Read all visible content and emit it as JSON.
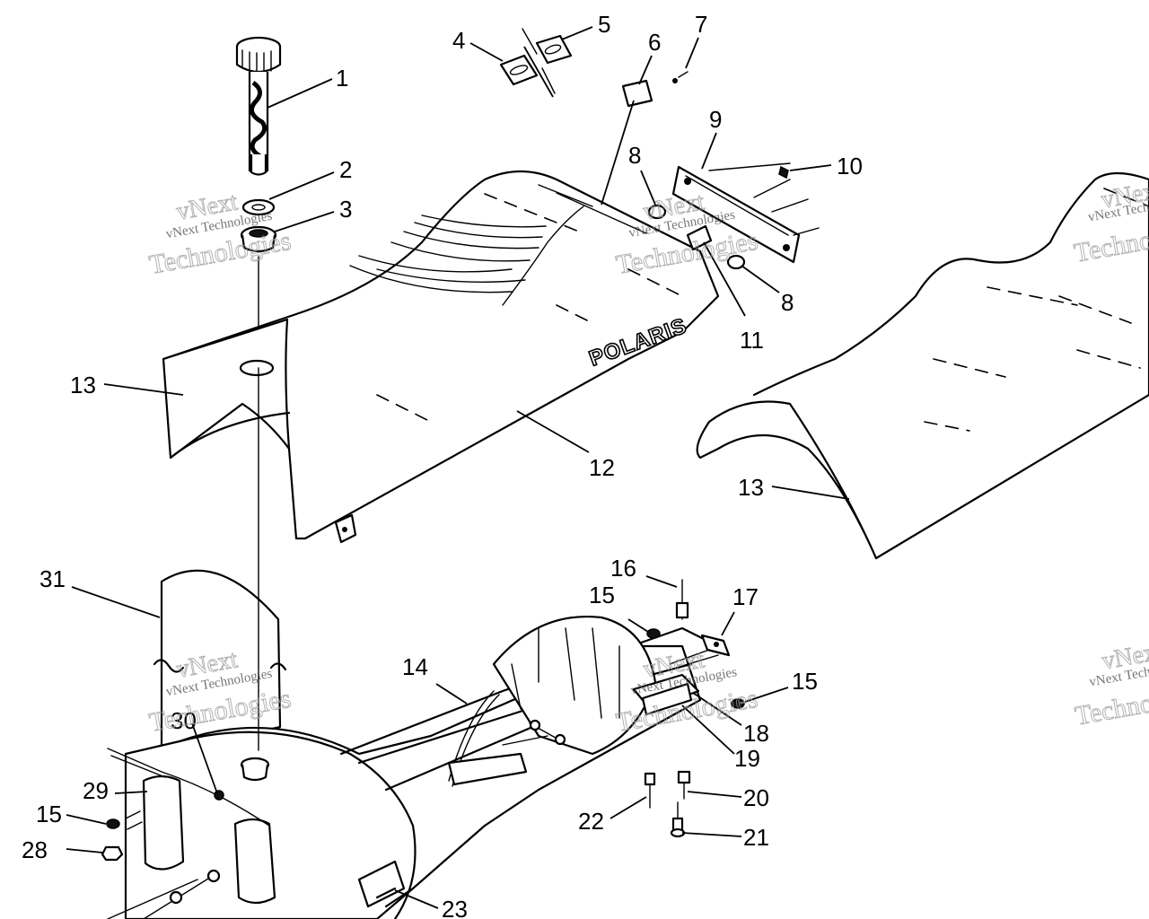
{
  "diagram": {
    "brand_text": "POLARIS",
    "watermark": {
      "line1": "vNext",
      "line2": "Technologies",
      "small": "vNext Technologies"
    },
    "callouts": [
      {
        "id": "1",
        "label": "1"
      },
      {
        "id": "2",
        "label": "2"
      },
      {
        "id": "3",
        "label": "3"
      },
      {
        "id": "4",
        "label": "4"
      },
      {
        "id": "5",
        "label": "5"
      },
      {
        "id": "6",
        "label": "6"
      },
      {
        "id": "7",
        "label": "7"
      },
      {
        "id": "8a",
        "label": "8"
      },
      {
        "id": "8b",
        "label": "8"
      },
      {
        "id": "9",
        "label": "9"
      },
      {
        "id": "10",
        "label": "10"
      },
      {
        "id": "11",
        "label": "11"
      },
      {
        "id": "12",
        "label": "12"
      },
      {
        "id": "13a",
        "label": "13"
      },
      {
        "id": "13b",
        "label": "13"
      },
      {
        "id": "14",
        "label": "14"
      },
      {
        "id": "15a",
        "label": "15"
      },
      {
        "id": "15b",
        "label": "15"
      },
      {
        "id": "15c",
        "label": "15"
      },
      {
        "id": "16",
        "label": "16"
      },
      {
        "id": "17",
        "label": "17"
      },
      {
        "id": "18",
        "label": "18"
      },
      {
        "id": "19",
        "label": "19"
      },
      {
        "id": "20",
        "label": "20"
      },
      {
        "id": "21",
        "label": "21"
      },
      {
        "id": "22",
        "label": "22"
      },
      {
        "id": "23",
        "label": "23"
      },
      {
        "id": "28",
        "label": "28"
      },
      {
        "id": "29",
        "label": "29"
      },
      {
        "id": "30",
        "label": "30"
      },
      {
        "id": "31",
        "label": "31"
      }
    ]
  }
}
